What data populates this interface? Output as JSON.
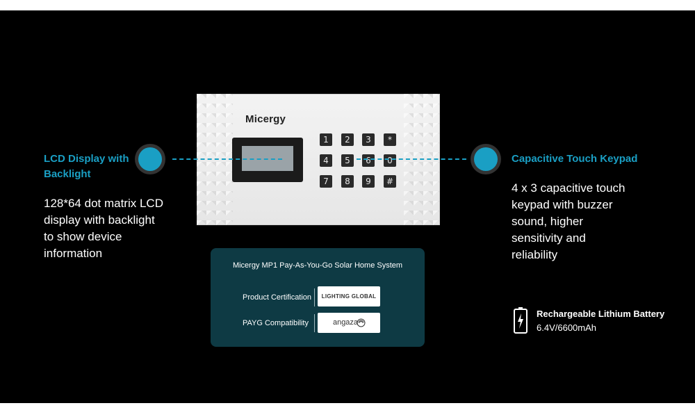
{
  "device": {
    "brand": "Micergy",
    "keys": [
      "1",
      "2",
      "3",
      "*",
      "4",
      "5",
      "6",
      "0",
      "7",
      "8",
      "9",
      "#"
    ]
  },
  "left_callout": {
    "title_line1": "LCD Display with",
    "title_line2": "Backlight",
    "body_lines": [
      "128*64 dot matrix LCD",
      "display with backlight",
      "to show device",
      "information"
    ]
  },
  "right_callout": {
    "title": "Capacitive Touch Keypad",
    "body_lines": [
      "4 x 3 capacitive touch",
      "keypad with buzzer",
      "sound, higher",
      "sensitivity and",
      "reliability"
    ]
  },
  "card": {
    "title": "Micergy MP1 Pay-As-You-Go Solar Home System",
    "rows": [
      {
        "label": "Product Certification",
        "logo": "LIGHTING GLOBAL"
      },
      {
        "label": "PAYG Compatibility",
        "logo": "angaza"
      }
    ]
  },
  "battery": {
    "title": "Rechargeable Lithium Battery",
    "spec": "6.4V/6600mAh",
    "icon": "battery-charging-icon"
  },
  "colors": {
    "accent": "#1a9fc4",
    "background": "#000000",
    "card": "#0e3a44"
  }
}
